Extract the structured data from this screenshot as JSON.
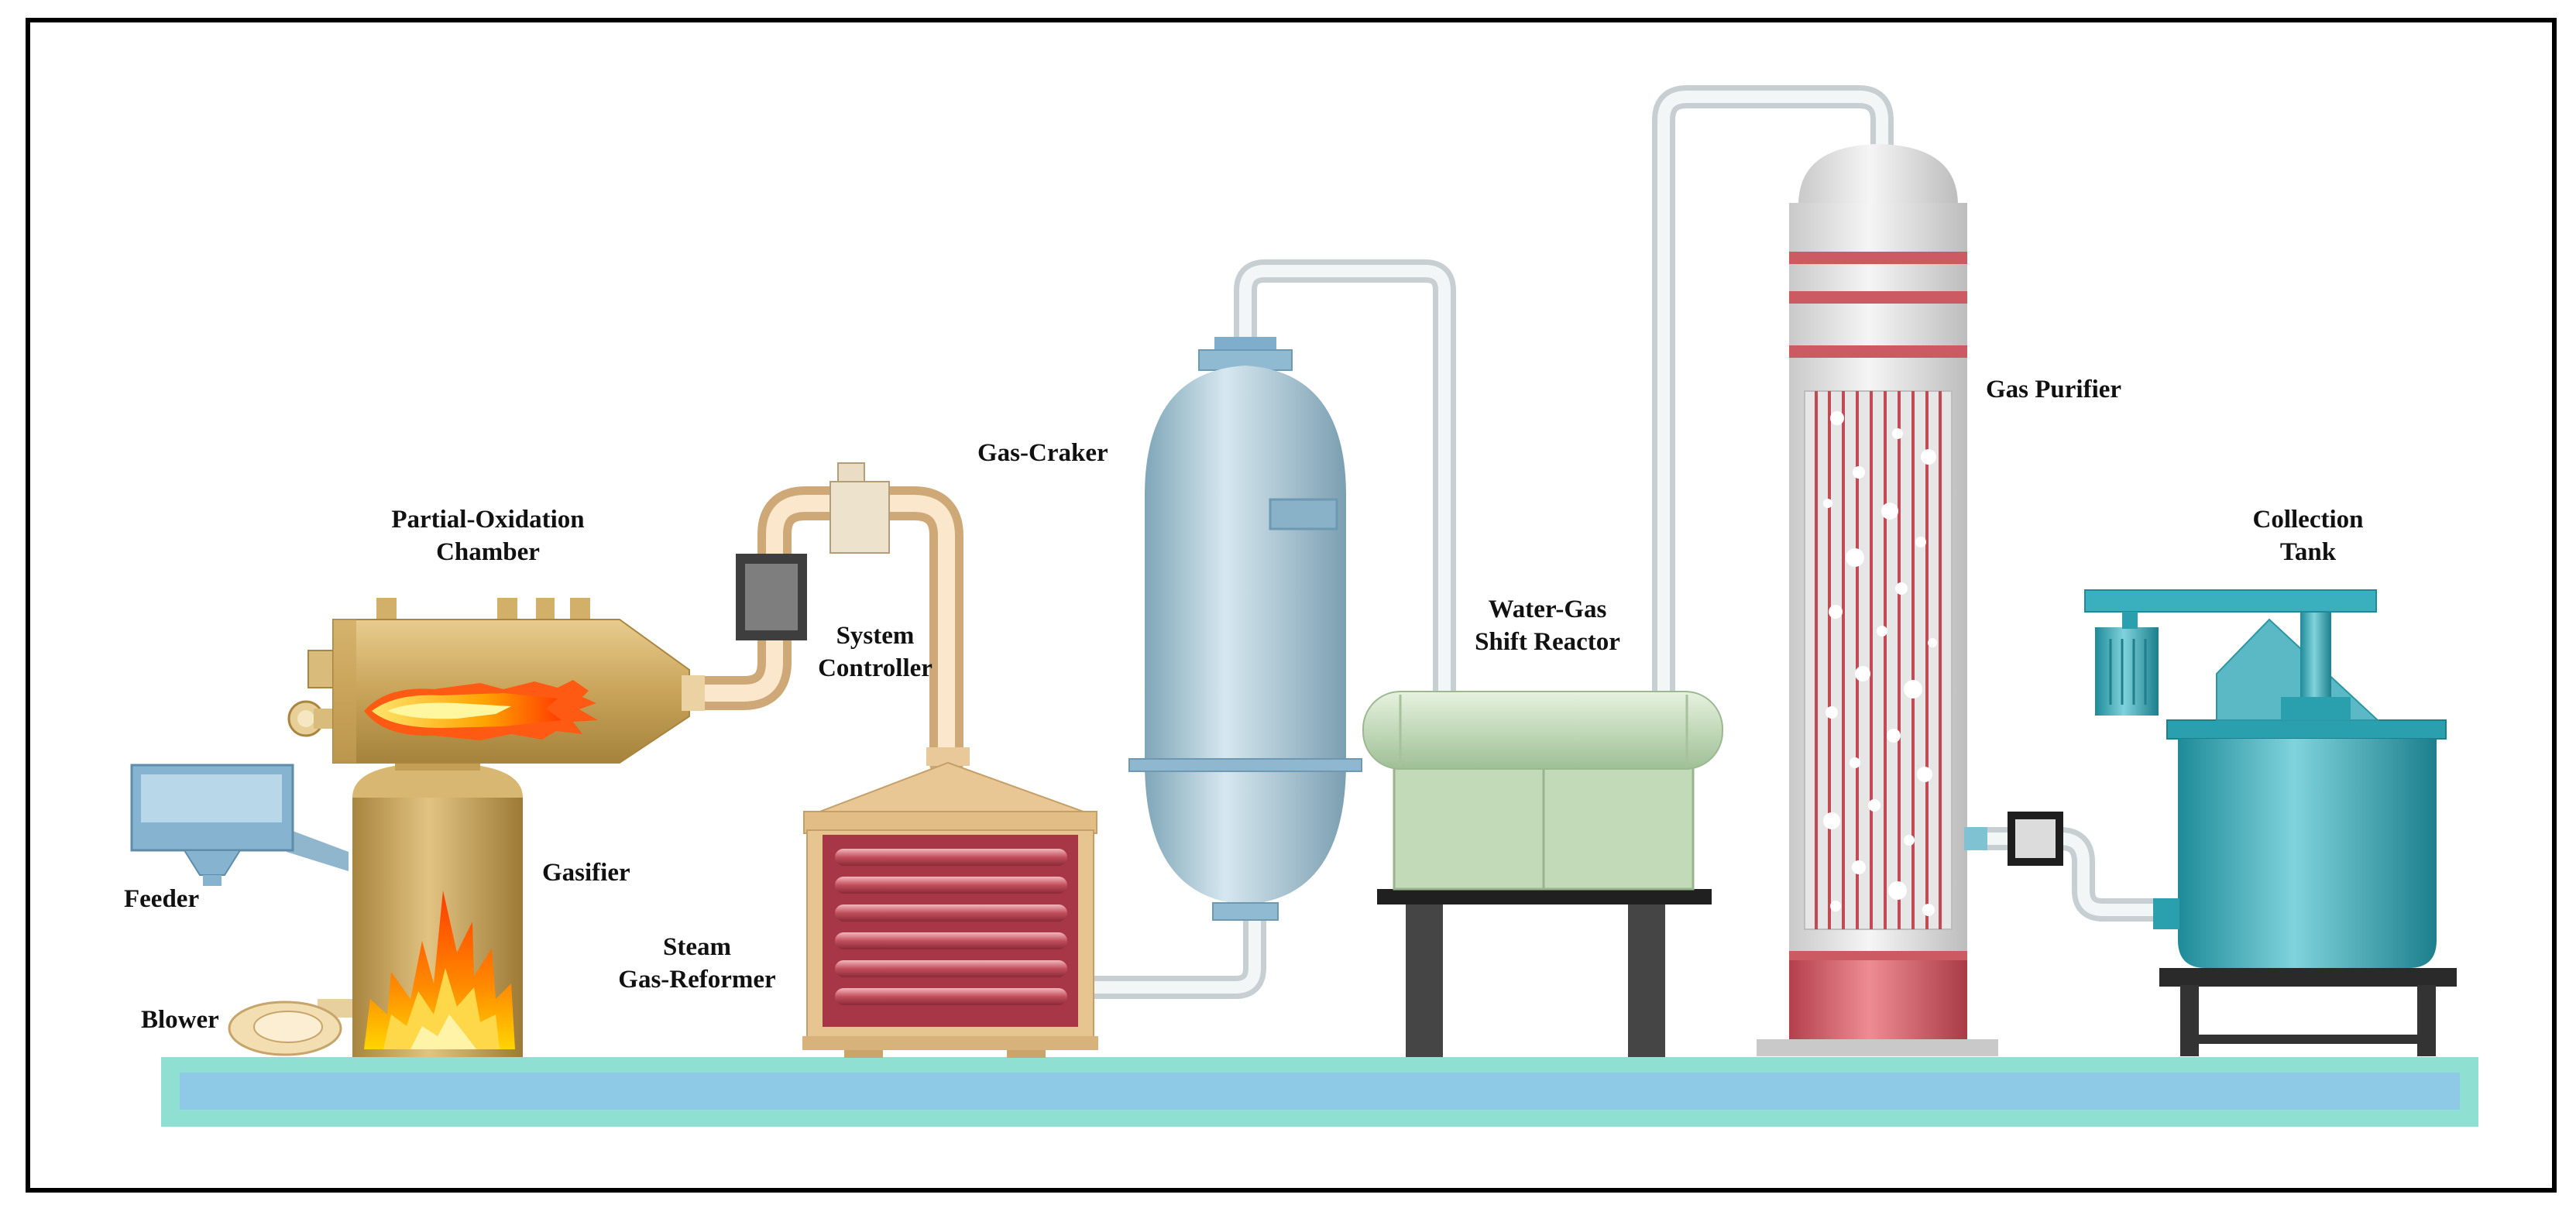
{
  "labels": {
    "partial_oxidation_line1": "Partial-Oxidation",
    "partial_oxidation_line2": "Chamber",
    "system_controller_line1": "System",
    "system_controller_line2": "Controller",
    "gas_craker": "Gas-Craker",
    "water_gas_line1": "Water-Gas",
    "water_gas_line2": "Shift Reactor",
    "gas_purifier": "Gas Purifier",
    "collection_tank_line1": "Collection",
    "collection_tank_line2": "Tank",
    "feeder": "Feeder",
    "gasifier": "Gasifier",
    "steam_line1": "Steam",
    "steam_line2": "Gas-Reformer",
    "blower": "Blower"
  },
  "colors": {
    "frame": "#000000",
    "base_outer": "#8fe0d2",
    "base_inner": "#8ec9e6",
    "gasifier_body": "#c8a45c",
    "reformer_tube": "#c04a5a",
    "vessel_blue": "#a9c9d8",
    "shift_green": "#c4dcbc",
    "purifier_red": "#d05a64",
    "tank_teal": "#3aa7b4",
    "pipe_tan": "#f0d2a8",
    "pipe_white": "#e6eaec"
  }
}
